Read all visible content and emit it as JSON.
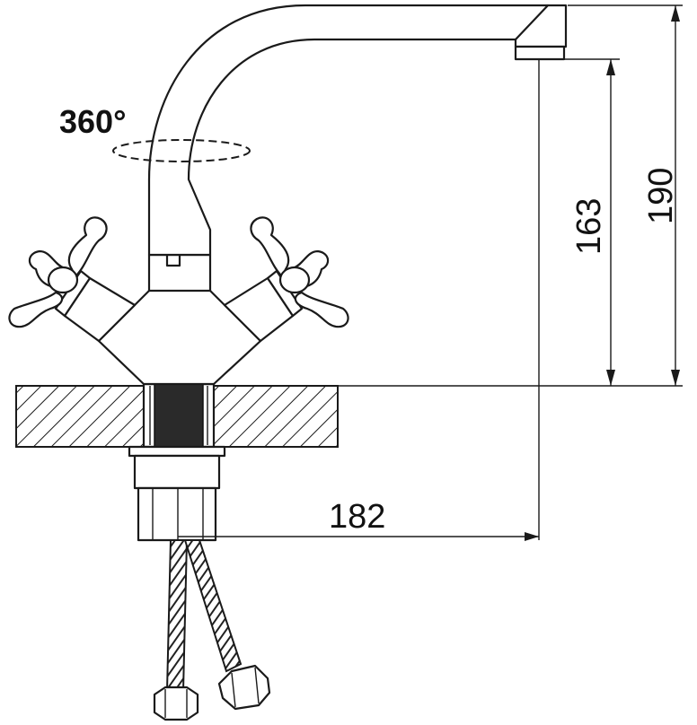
{
  "labels": {
    "rotation": "360°",
    "width_182": "182",
    "height_163": "163",
    "height_190": "190"
  },
  "colors": {
    "ink": "#1a1a1a",
    "hatch": "#1a1a1a",
    "background": "#ffffff"
  }
}
